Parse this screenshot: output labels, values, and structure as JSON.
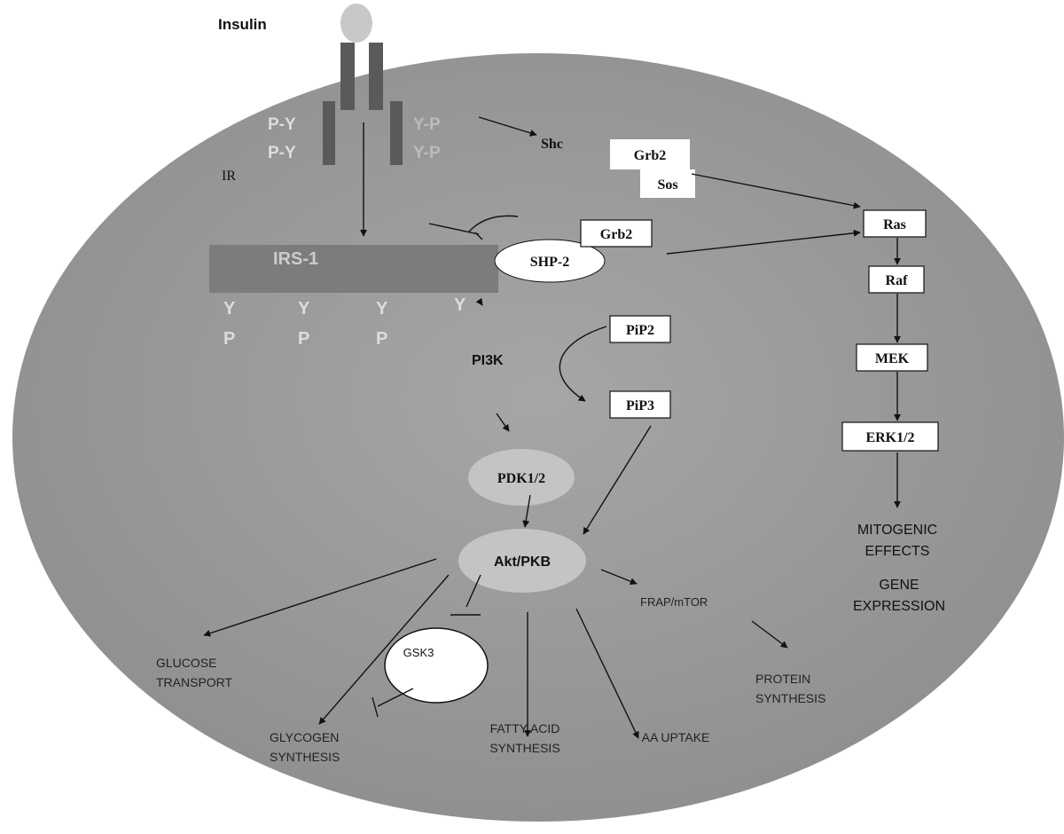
{
  "colors": {
    "cell": "#9a9a9a",
    "receptor": "#5a5a5a",
    "irs": "#7c7c7c",
    "ligand": "#c8c8c8",
    "node_light": "#c4c4c4",
    "box_fill": "#ffffff",
    "ink": "#111111",
    "light_text": "#dddddd"
  },
  "labels": {
    "insulin": "Insulin",
    "py1": "P-Y",
    "py2": "P-Y",
    "yp1": "Y-P",
    "yp2": "Y-P",
    "ir": "IR",
    "shc": "Shc",
    "irs1": "IRS-1",
    "y": "Y",
    "p": "P",
    "pi3k": "PI3K",
    "frap": "FRAP/mTOR"
  },
  "boxes": {
    "grb2_top": "Grb2",
    "sos": "Sos",
    "grb2_mid": "Grb2",
    "ras": "Ras",
    "raf": "Raf",
    "mek": "MEK",
    "erk": "ERK1/2",
    "pip2": "PiP2",
    "pip3": "PiP3"
  },
  "nodes": {
    "shp2": "SHP-2",
    "pdk": "PDK1/2",
    "akt": "Akt/PKB",
    "gsk3": "GSK3"
  },
  "outcomes": {
    "mitogenic_1": "MITOGENIC",
    "mitogenic_2": "EFFECTS",
    "gene_1": "GENE",
    "gene_2": "EXPRESSION",
    "glucose_1": "GLUCOSE",
    "glucose_2": "TRANSPORT",
    "glycogen_1": "GLYCOGEN",
    "glycogen_2": "SYNTHESIS",
    "fatty_1": "FATTY ACID",
    "fatty_2": "SYNTHESIS",
    "aa": "AA UPTAKE",
    "protein_1": "PROTEIN",
    "protein_2": "SYNTHESIS"
  }
}
